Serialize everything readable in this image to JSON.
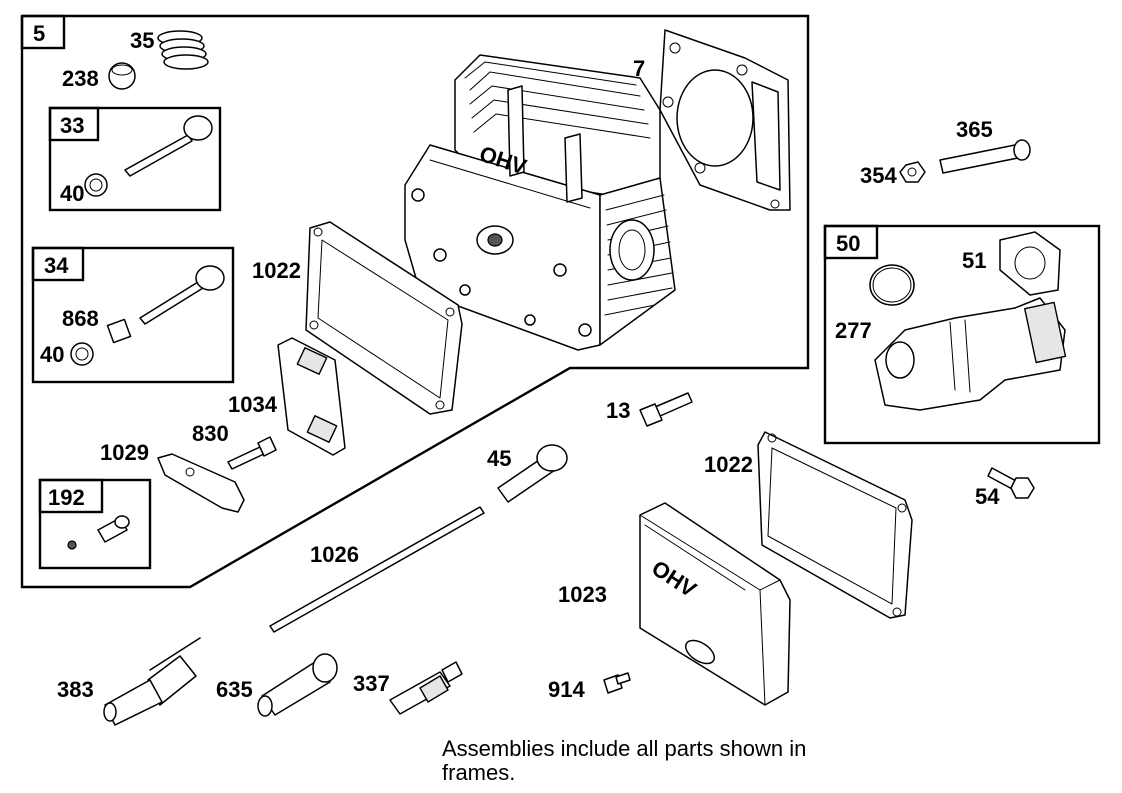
{
  "frames": {
    "main": "5",
    "valve_exhaust": "33",
    "valve_intake": "34",
    "intake_assembly": "50",
    "breather": "192"
  },
  "labels": {
    "p7": "7",
    "p35": "35",
    "p238": "238",
    "p40a": "40",
    "p40b": "40",
    "p868": "868",
    "p1022a": "1022",
    "p1022b": "1022",
    "p1034": "1034",
    "p830": "830",
    "p1029": "1029",
    "p365": "365",
    "p354": "354",
    "p51": "51",
    "p277": "277",
    "p13": "13",
    "p45": "45",
    "p54": "54",
    "p1026": "1026",
    "p1023": "1023",
    "p383": "383",
    "p635": "635",
    "p337": "337",
    "p914": "914"
  },
  "markings": {
    "head_text": "OHV",
    "cover_text": "OHV"
  },
  "footnote": "Assemblies include all parts shown in frames."
}
